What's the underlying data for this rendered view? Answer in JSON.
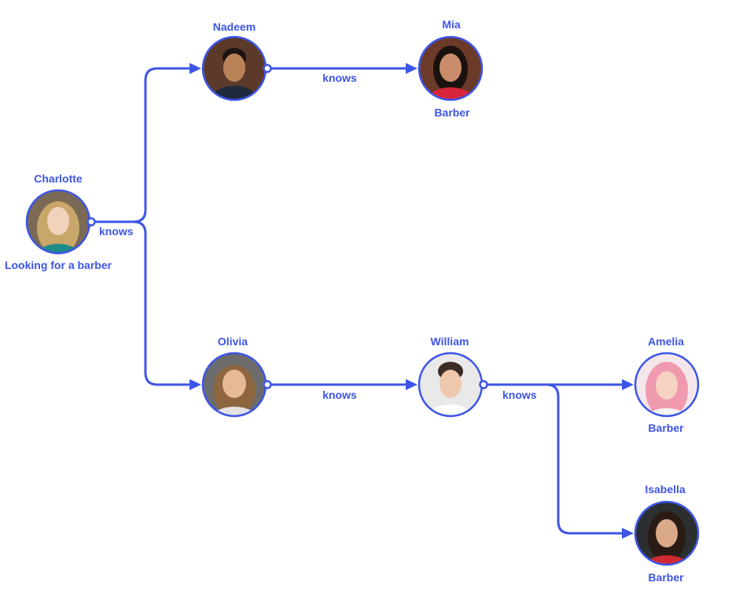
{
  "accent_color": "#3d55e6",
  "nodes": {
    "charlotte": {
      "name": "Charlotte",
      "note": "Looking for a barber",
      "avatar": {
        "bg": "#7a6a55",
        "skin": "#f1d2bb",
        "hair": "#c9a66a",
        "shirt": "#1f8a8a"
      }
    },
    "nadeem": {
      "name": "Nadeem",
      "note": "",
      "avatar": {
        "bg": "#5b3a2a",
        "skin": "#b98259",
        "hair": "#1c1410",
        "shirt": "#1f2a3d"
      }
    },
    "mia": {
      "name": "Mia",
      "note": "Barber",
      "avatar": {
        "bg": "#6b3a28",
        "skin": "#c98d6b",
        "hair": "#1a120e",
        "shirt": "#d8253a"
      }
    },
    "olivia": {
      "name": "Olivia",
      "note": "",
      "avatar": {
        "bg": "#6c6c6c",
        "skin": "#e7b997",
        "hair": "#8d6640",
        "shirt": "#e2e2e2"
      }
    },
    "william": {
      "name": "William",
      "note": "",
      "avatar": {
        "bg": "#e9e9e9",
        "skin": "#eec7ad",
        "hair": "#3b2c24",
        "shirt": "#ffffff"
      }
    },
    "amelia": {
      "name": "Amelia",
      "note": "Barber",
      "avatar": {
        "bg": "#f3e7ea",
        "skin": "#f6d2c2",
        "hair": "#f09ab0",
        "shirt": "#f4f4f4"
      }
    },
    "isabella": {
      "name": "Isabella",
      "note": "Barber",
      "avatar": {
        "bg": "#2b2f2f",
        "skin": "#d9a98a",
        "hair": "#2a1a14",
        "shirt": "#cf2a33"
      }
    }
  },
  "edges": [
    {
      "from": "charlotte",
      "to": "nadeem",
      "label": "knows"
    },
    {
      "from": "charlotte",
      "to": "olivia",
      "label": ""
    },
    {
      "from": "nadeem",
      "to": "mia",
      "label": "knows"
    },
    {
      "from": "olivia",
      "to": "william",
      "label": "knows"
    },
    {
      "from": "william",
      "to": "amelia",
      "label": "knows"
    },
    {
      "from": "william",
      "to": "isabella",
      "label": ""
    }
  ]
}
